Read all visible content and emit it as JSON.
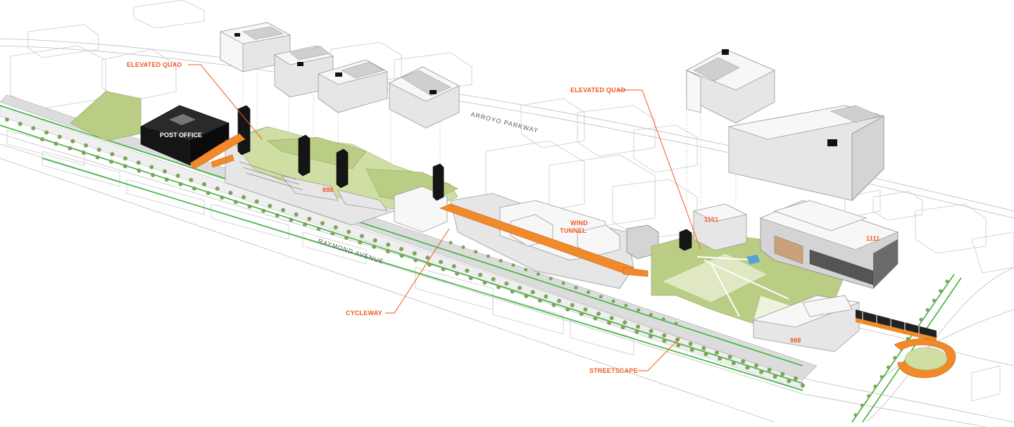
{
  "labels": {
    "elevated_quad_left": "ELEVATED QUAD",
    "elevated_quad_right": "ELEVATED QUAD",
    "post_office": "POST OFFICE",
    "bldg_888": "888",
    "wind_tunnel_1": "WIND",
    "wind_tunnel_2": "TUNNEL",
    "bldg_1101": "1101",
    "bldg_1111": "1111",
    "bldg_988": "988",
    "cycleway": "CYCLEWAY",
    "streetscape": "STREETSCAPE"
  },
  "streets": {
    "arroyo_parkway": "ARROYO PARKWAY",
    "raymond_avenue": "RAYMOND AVENUE"
  },
  "colors": {
    "annotation": "#ef5a21",
    "bikeway": "#f08a2a",
    "landscape": "#b9cd84",
    "greenline": "#3db33d",
    "dark_building": "#151515"
  }
}
